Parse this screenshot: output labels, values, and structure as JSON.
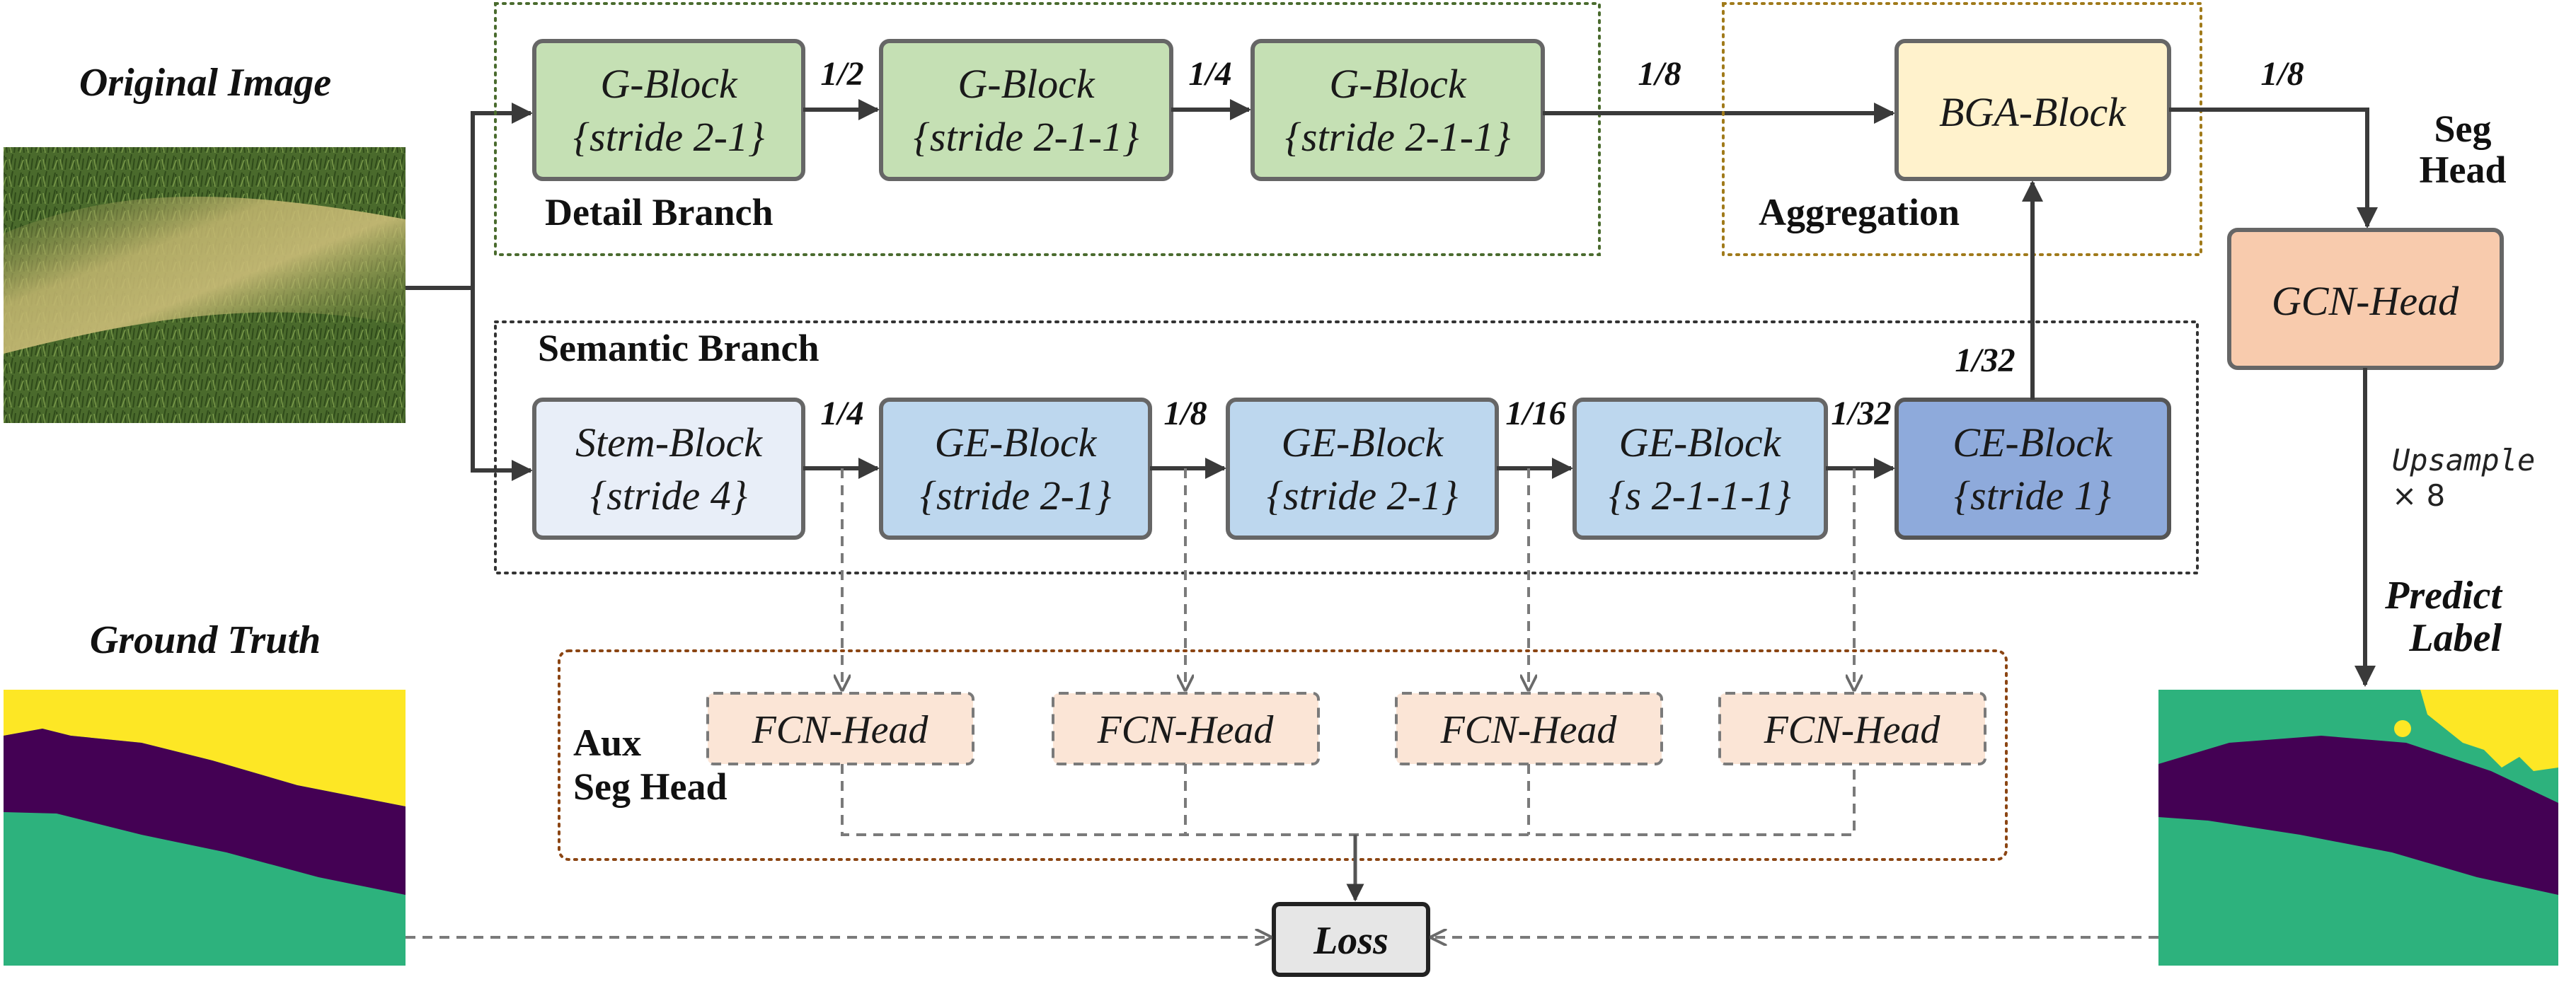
{
  "colors": {
    "g_block_fill": "#c5e0b4",
    "stem_block_fill": "#e8eef8",
    "ge_block_fill": "#bdd7ee",
    "ce_block_fill": "#8eaadb",
    "bga_block_fill": "#fff2cc",
    "gcn_head_fill": "#f8cbad",
    "fcn_head_fill": "#fbe5d6",
    "loss_fill": "#e6e6e6",
    "detail_branch_border": "#3f6b2a",
    "aggregation_border": "#b8860b",
    "aux_border": "#8b4513",
    "mask_purple": "#440154",
    "mask_green": "#2db27d",
    "mask_yellow": "#fde725",
    "grass_green": "#4f6b2f",
    "grass_dry": "#b4a860"
  },
  "panels": {
    "original_image": {
      "title": "Original Image"
    },
    "ground_truth": {
      "title": "Ground Truth"
    },
    "predict": {
      "title_line1": "Predict",
      "title_line2": "Label"
    }
  },
  "detail_branch": {
    "title": "Detail Branch",
    "blocks": [
      {
        "name": "G-Block",
        "detail": "{stride 2-1}"
      },
      {
        "name": "G-Block",
        "detail": "{stride 2-1-1}"
      },
      {
        "name": "G-Block",
        "detail": "{stride 2-1-1}"
      }
    ],
    "scales": [
      "1/2",
      "1/4",
      "1/8"
    ]
  },
  "aggregation": {
    "title": "Aggregation",
    "block": {
      "name": "BGA-Block"
    },
    "output_scale": "1/8"
  },
  "semantic_branch": {
    "title": "Semantic Branch",
    "blocks": [
      {
        "name": "Stem-Block",
        "detail": "{stride 4}"
      },
      {
        "name": "GE-Block",
        "detail": "{stride 2-1}"
      },
      {
        "name": "GE-Block",
        "detail": "{stride 2-1}"
      },
      {
        "name": "GE-Block",
        "detail": "{s 2-1-1-1}"
      },
      {
        "name": "CE-Block",
        "detail": "{stride 1}"
      }
    ],
    "scales": [
      "1/4",
      "1/8",
      "1/16",
      "1/32"
    ],
    "up_scale": "1/32"
  },
  "seg_head": {
    "title_line1": "Seg",
    "title_line2": "Head",
    "block": {
      "name": "GCN-Head"
    },
    "upsample_line1": "Upsample",
    "upsample_line2": "× 8"
  },
  "aux_seg_head": {
    "title_line1": "Aux",
    "title_line2": "Seg Head",
    "heads": [
      "FCN-Head",
      "FCN-Head",
      "FCN-Head",
      "FCN-Head"
    ]
  },
  "loss": {
    "label": "Loss"
  }
}
